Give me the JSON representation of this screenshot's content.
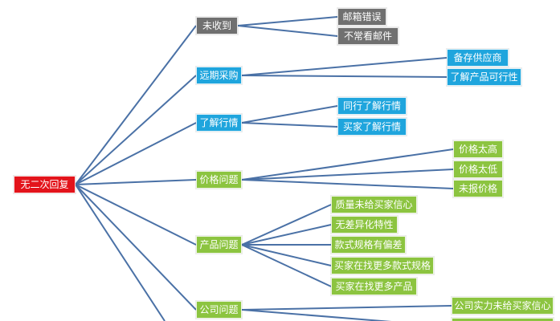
{
  "colors": {
    "root": "#e3141b",
    "gray": "#707070",
    "blue": "#1fa5dd",
    "green": "#8cc440",
    "line": "#4a71a6"
  },
  "root": {
    "label": "无二次回复"
  },
  "branches": [
    {
      "id": "unreceived",
      "label": "未收到",
      "color": "gray",
      "children": [
        "邮箱错误",
        "不常看邮件"
      ]
    },
    {
      "id": "long-term",
      "label": "远期采购",
      "color": "blue",
      "children": [
        "备存供应商",
        "了解产品可行性"
      ]
    },
    {
      "id": "market",
      "label": "了解行情",
      "color": "blue",
      "children": [
        "同行了解行情",
        "买家了解行情"
      ]
    },
    {
      "id": "price",
      "label": "价格问题",
      "color": "green",
      "children": [
        "价格太高",
        "价格太低",
        "未报价格"
      ]
    },
    {
      "id": "product",
      "label": "产品问题",
      "color": "green",
      "children": [
        "质量未给买家信心",
        "无差异化特性",
        "款式规格有偏差",
        "买家在找更多款式规格",
        "买家在找更多产品"
      ]
    },
    {
      "id": "company",
      "label": "公司问题",
      "color": "green",
      "children": [
        "公司实力未给买家信心"
      ]
    }
  ]
}
